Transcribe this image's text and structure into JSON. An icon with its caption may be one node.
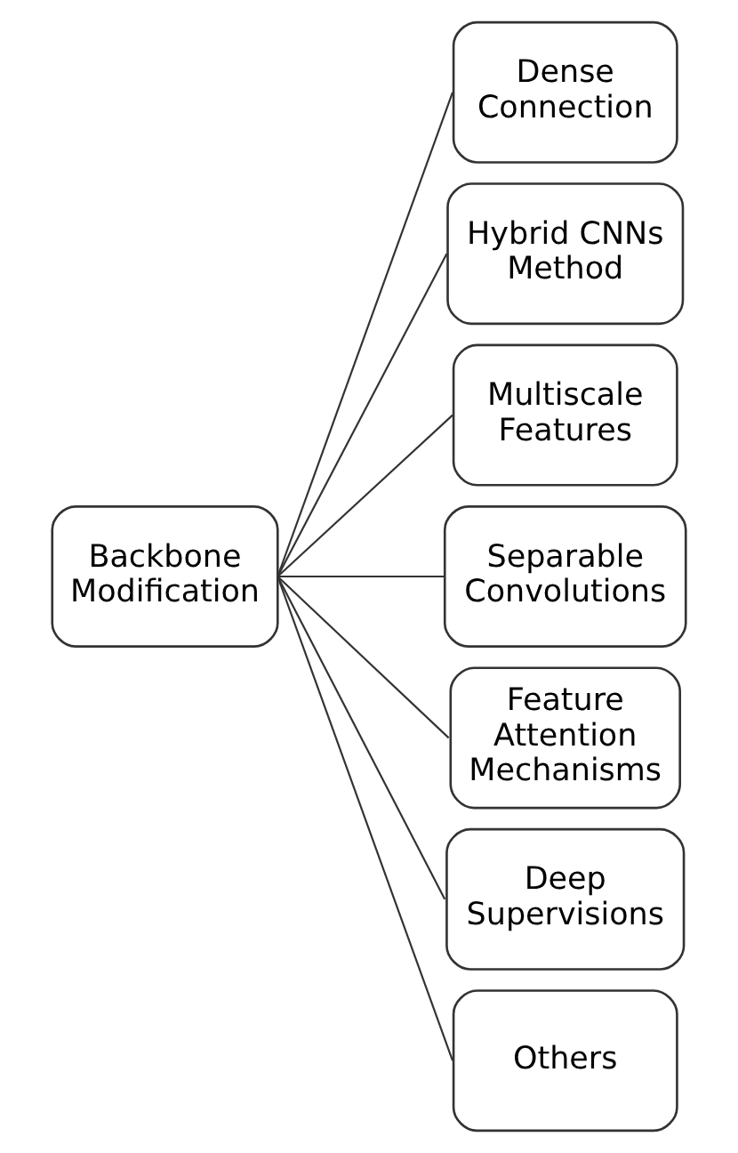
{
  "diagram": {
    "nodes": [
      {
        "text": [
          "Backbone Modification"
        ]
      },
      {
        "text": [
          "Dense Connection"
        ]
      },
      {
        "text": [
          "Hybrid CNNs Method"
        ]
      },
      {
        "text": [
          "Multiscale Features"
        ]
      },
      {
        "text": [
          "Separable Convolutions"
        ]
      },
      {
        "text": [
          "Feature Attention Mechanisms"
        ]
      },
      {
        "text": [
          "Deep Supervisions"
        ]
      },
      {
        "text": [
          "Others"
        ]
      }
    ],
    "edges": [
      {
        "from": 0,
        "to": 1,
        "arrow": "none"
      },
      {
        "from": 0,
        "to": 2,
        "arrow": "none"
      },
      {
        "from": 0,
        "to": 3,
        "arrow": "none"
      },
      {
        "from": 0,
        "to": 4,
        "arrow": "none"
      },
      {
        "from": 0,
        "to": 5,
        "arrow": "none"
      },
      {
        "from": 0,
        "to": 6,
        "arrow": "none"
      },
      {
        "from": 0,
        "to": 7,
        "arrow": "none"
      }
    ]
  }
}
